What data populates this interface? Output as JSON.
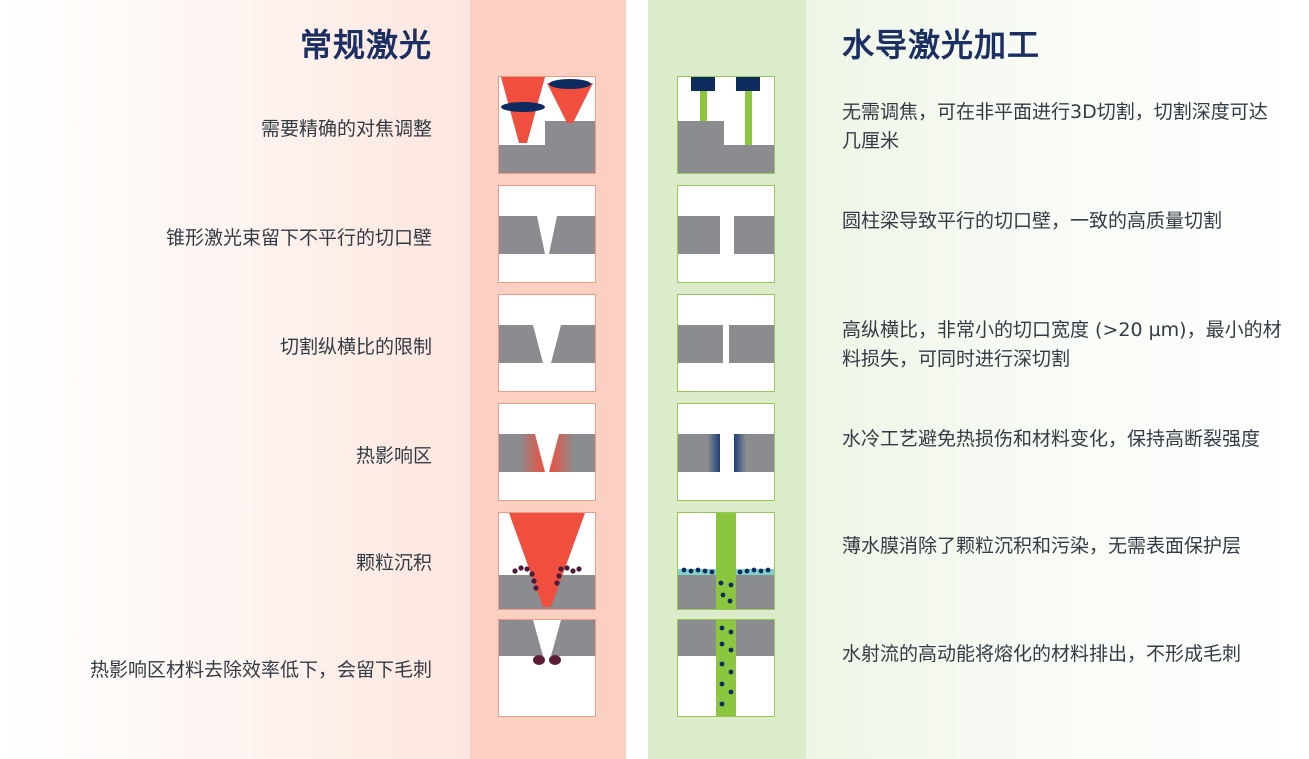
{
  "conventional": {
    "title": "常规激光",
    "rows": [
      "需要精确的对焦调整",
      "锥形激光束留下不平行的切口壁",
      "切割纵横比的限制",
      "热影响区",
      "颗粒沉积",
      "热影响区材料去除效率低下，会留下毛刺"
    ]
  },
  "water_guided": {
    "title": "水导激光加工",
    "rows": [
      "无需调焦，可在非平面进行3D切割，切割深度可达几厘米",
      "圆柱梁导致平行的切口壁，一致的高质量切割",
      "高纵横比，非常小的切口宽度 (>20 µm)，最小的材料损失，可同时进行深切割",
      "水冷工艺避免热损伤和材料变化，保持高断裂强度",
      "薄水膜消除了颗粒沉积和污染，无需表面保护层",
      "水射流的高动能将熔化的材料排出，不形成毛刺"
    ]
  },
  "colors": {
    "title": "#1b2f62",
    "laser_red": "#f04e3e",
    "water_green": "#8cc63f",
    "material_gray": "#8a8c8f",
    "navy": "#0d2b5e"
  }
}
